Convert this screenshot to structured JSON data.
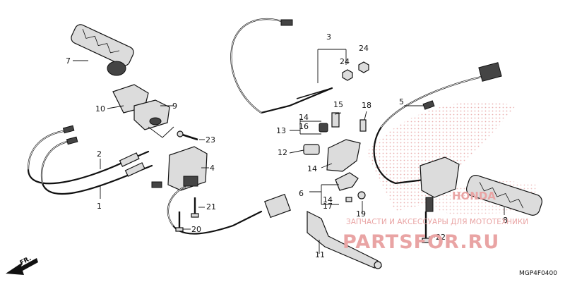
{
  "diagram": {
    "callouts": [
      "1",
      "2",
      "3",
      "4",
      "5",
      "6",
      "7",
      "8",
      "9",
      "10",
      "11",
      "12",
      "13",
      "14",
      "15",
      "16",
      "17",
      "18",
      "19",
      "20",
      "21",
      "22",
      "23",
      "24"
    ],
    "figure_code": "MGP4F0400",
    "direction_marker": "FR."
  },
  "watermark": {
    "subtitle": "ЗАПЧАСТИ И АКСЕССУАРЫ ДЛЯ МОТОТЕХНИКИ",
    "site": "PARTSFOR.RU",
    "brand": "HONDA"
  }
}
